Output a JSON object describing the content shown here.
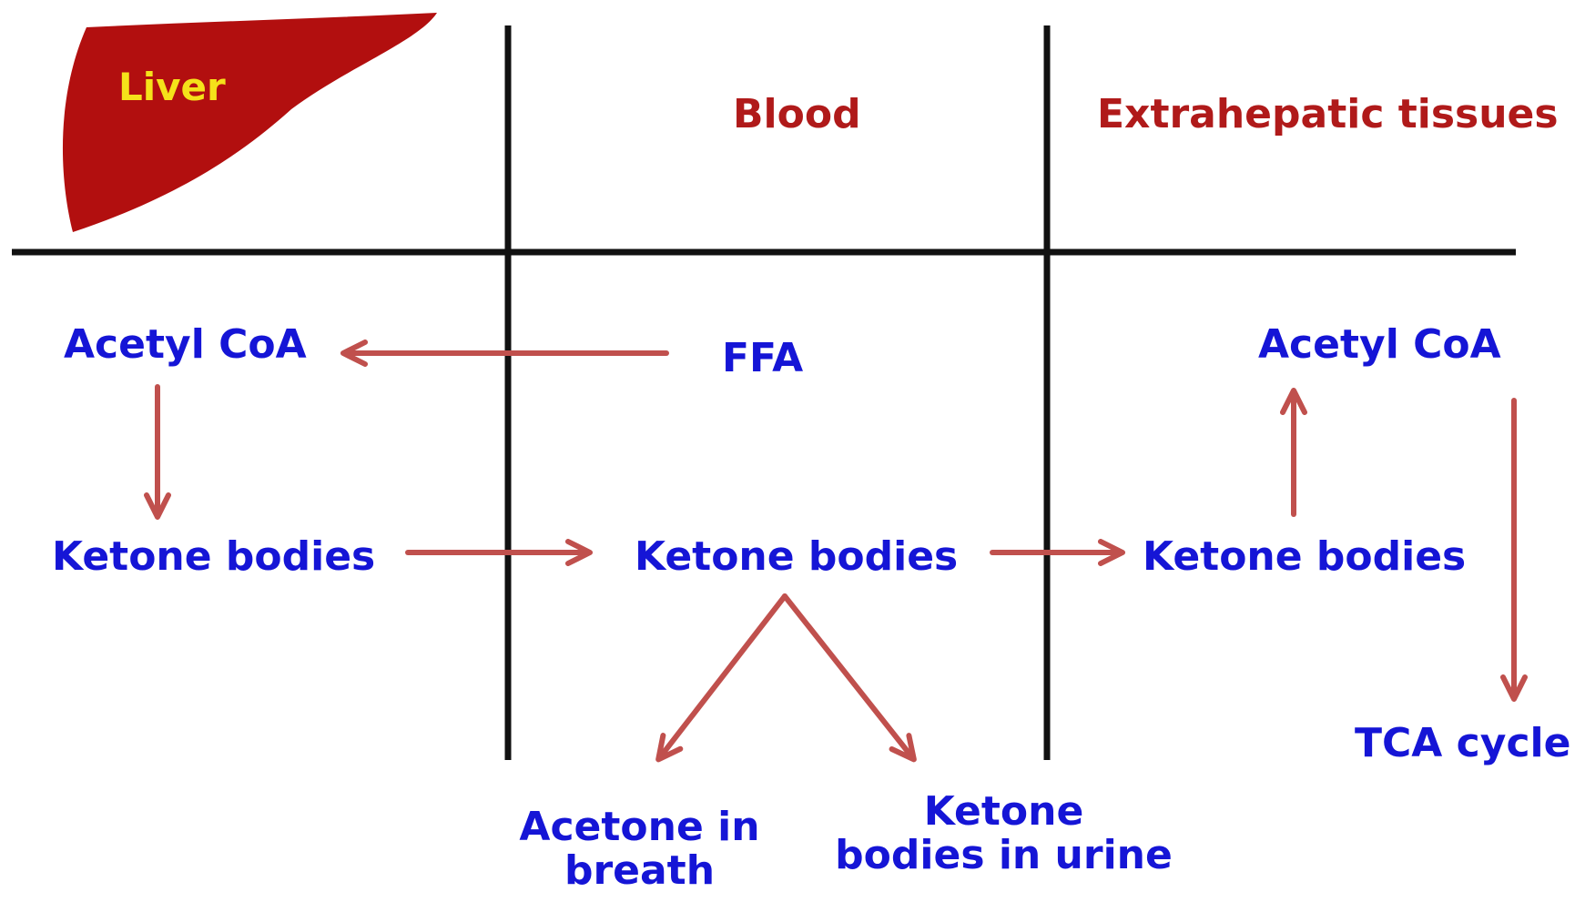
{
  "headers": {
    "liver": "Liver",
    "blood": "Blood",
    "extrahepatic": "Extrahepatic tissues"
  },
  "liver_column": {
    "acetyl_coa": "Acetyl CoA",
    "ketone_bodies": "Ketone bodies"
  },
  "blood_column": {
    "ffa": "FFA",
    "ketone_bodies": "Ketone bodies",
    "acetone_line1": "Acetone in",
    "acetone_line2": "breath",
    "urine_line1": "Ketone",
    "urine_line2": "bodies in urine"
  },
  "tissue_column": {
    "acetyl_coa": "Acetyl CoA",
    "ketone_bodies": "Ketone bodies",
    "tca": "TCA cycle"
  },
  "colors": {
    "liver_fill": "#b20f0f",
    "header_text": "#b01a1a",
    "node_text": "#1515d6",
    "arrow": "#c0504d",
    "grid_line": "#111111"
  }
}
